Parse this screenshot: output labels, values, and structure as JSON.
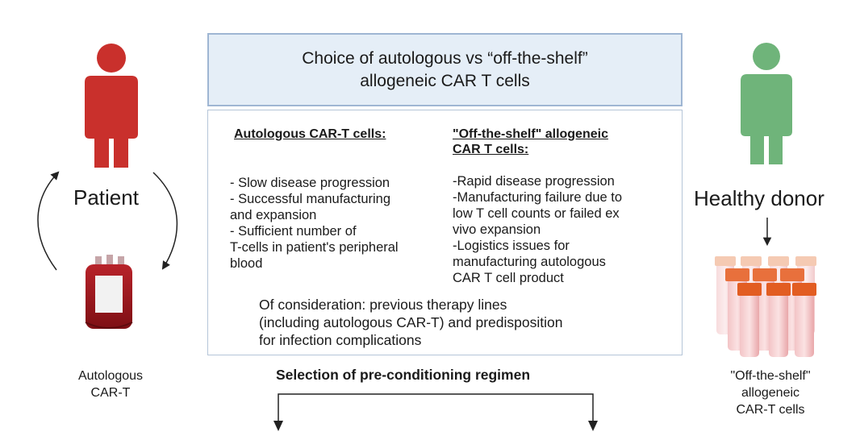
{
  "title": {
    "line1": "Choice of autologous vs “off-the-shelf”",
    "line2": "allogeneic CAR T cells"
  },
  "autologous": {
    "heading": "Autologous CAR-T cells:",
    "items": [
      " - Slow disease progression",
      " - Successful manufacturing",
      "and expansion",
      " - Sufficient number of",
      "T-cells in patient's peripheral",
      "blood"
    ]
  },
  "allogeneic": {
    "heading_line1": "\"Off-the-shelf\" allogeneic",
    "heading_line2": "CAR T cells:",
    "items": [
      "-Rapid disease  progression",
      "-Manufacturing failure due to",
      "low T cell counts or failed ex",
      "vivo expansion",
      "-Logistics issues for",
      "manufacturing autologous",
      "CAR T cell product"
    ]
  },
  "consideration": {
    "lines": [
      "Of consideration: previous therapy lines",
      "(including autologous CAR-T)  and predisposition",
      "for infection complications"
    ]
  },
  "patient": {
    "label": "Patient",
    "product_line1": "Autologous",
    "product_line2": "CAR-T",
    "color": "#c9302c"
  },
  "donor": {
    "label": "Healthy donor",
    "product_line1": "\"Off-the-shelf\"",
    "product_line2": "allogeneic",
    "product_line3": "CAR-T cells",
    "color": "#6fb47a"
  },
  "selection": "Selection of pre-conditioning regimen",
  "icons": [
    "patient-figure-icon",
    "donor-figure-icon",
    "blood-bag-icon",
    "cell-vials-icon"
  ]
}
